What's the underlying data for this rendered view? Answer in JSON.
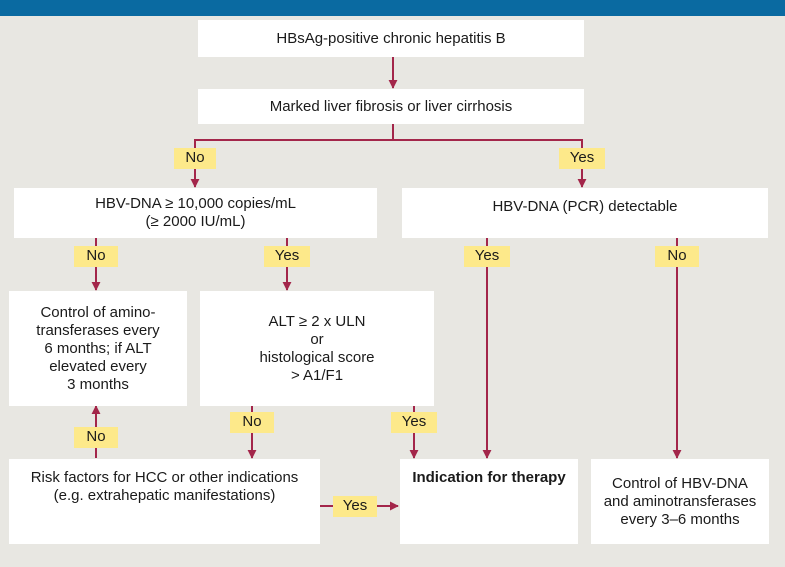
{
  "colors": {
    "header_bar": "#0a6aa1",
    "background": "#e8e7e2",
    "box": "#ffffff",
    "arrow": "#a3264a",
    "label_fill": "#fde98a"
  },
  "nodes": {
    "hbsag": "HBsAg-positive chronic hepatitis B",
    "fibrosis": "Marked liver fibrosis or liver cirrhosis",
    "hbv_dna_threshold": [
      "HBV-DNA ≥ 10,000 copies/mL",
      "(≥ 2000 IU/mL)"
    ],
    "hbv_dna_pcr": "HBV-DNA (PCR) detectable",
    "control_aminotransferases": [
      "Control of amino-",
      "transferases every",
      "6 months; if ALT",
      "elevated every",
      "3 months"
    ],
    "alt_histology": [
      "ALT ≥ 2 x ULN",
      "or",
      "histological score",
      "> A1/F1"
    ],
    "risk_factors": [
      "Risk factors for HCC or other indications",
      "(e.g. extrahepatic manifestations)"
    ],
    "indication": "Indication for therapy",
    "control_hbv_dna": [
      "Control of HBV-DNA",
      "and aminotransferases",
      "every 3–6 months"
    ]
  },
  "labels": {
    "fibrosis_no": "No",
    "fibrosis_yes": "Yes",
    "threshold_no": "No",
    "threshold_yes": "Yes",
    "pcr_yes": "Yes",
    "pcr_no": "No",
    "risk_no": "No",
    "alt_no": "No",
    "alt_yes": "Yes",
    "risk_yes": "Yes"
  }
}
